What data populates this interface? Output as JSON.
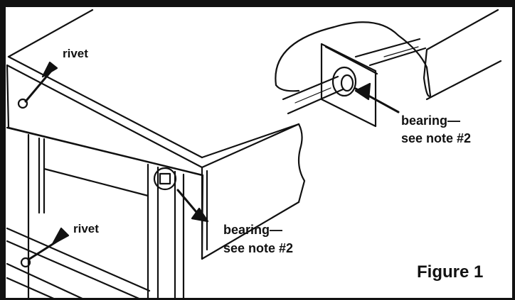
{
  "labels": {
    "rivet_top": "rivet",
    "rivet_bottom": "rivet",
    "bearing_right_line1": "bearing—",
    "bearing_right_line2": "see note #2",
    "bearing_center_line1": "bearing—",
    "bearing_center_line2": "see note #2"
  },
  "caption": "Figure 1",
  "colors": {
    "ink": "#111111",
    "paper": "#ffffff"
  }
}
